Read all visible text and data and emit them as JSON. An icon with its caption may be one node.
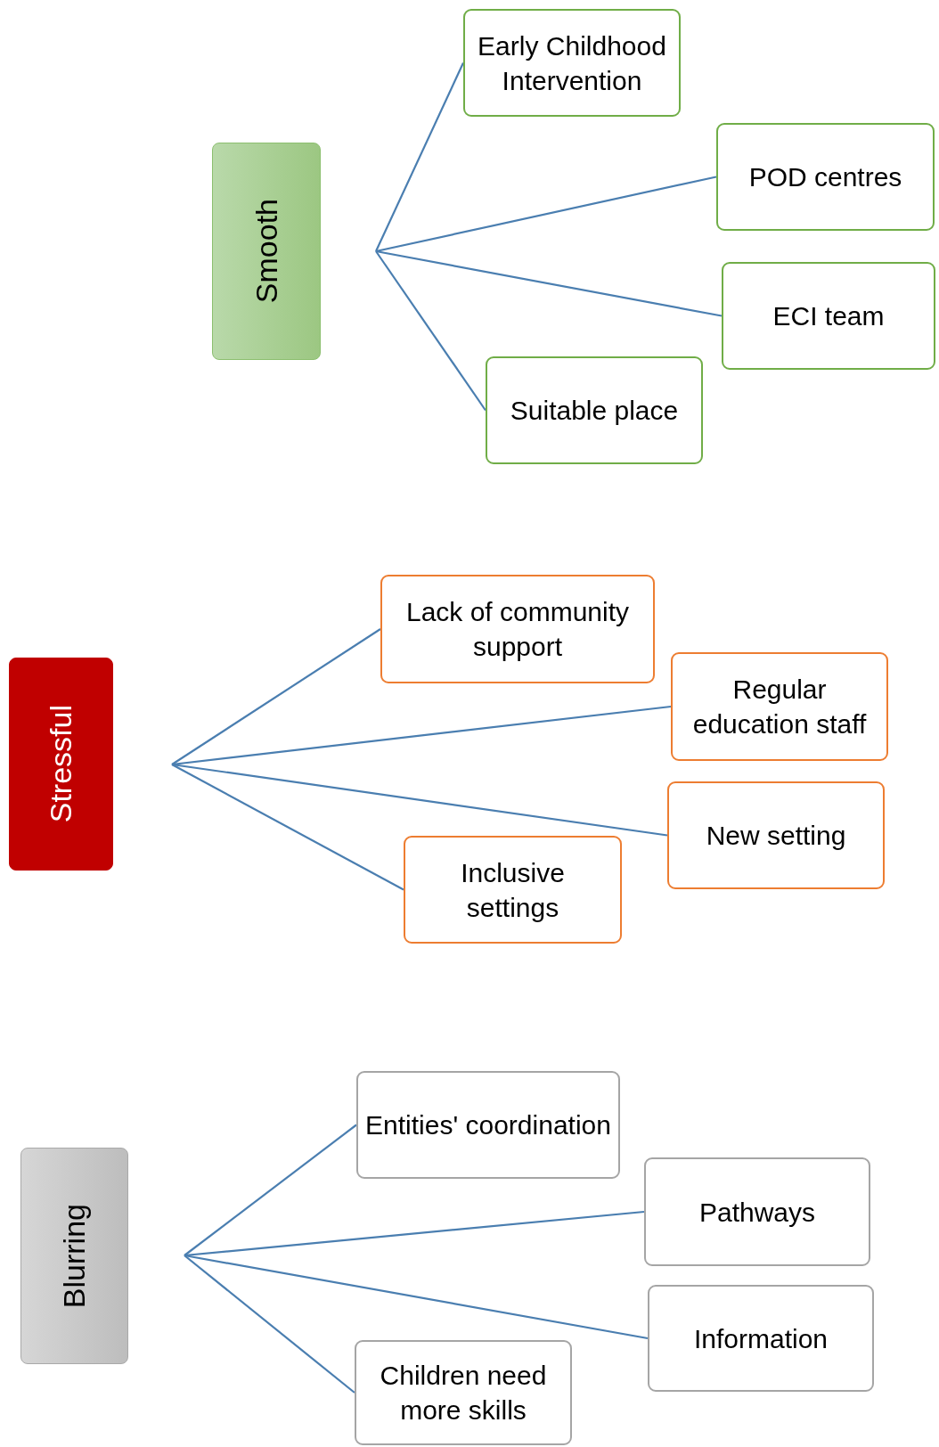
{
  "diagram": {
    "nodes": [
      {
        "text": [
          "Smooth"
        ]
      },
      {
        "text": [
          "Early Childhood Intervention"
        ]
      },
      {
        "text": [
          "POD centres"
        ]
      },
      {
        "text": [
          "ECI team"
        ]
      },
      {
        "text": [
          "Suitable place"
        ]
      },
      {
        "text": [
          "Stressful"
        ]
      },
      {
        "text": [
          "Lack of community support"
        ]
      },
      {
        "text": [
          "Regular education staff"
        ]
      },
      {
        "text": [
          "New setting"
        ]
      },
      {
        "text": [
          "Inclusive settings"
        ]
      },
      {
        "text": [
          "Blurring"
        ]
      },
      {
        "text": [
          "Entities' coordination"
        ]
      },
      {
        "text": [
          "Pathways"
        ]
      },
      {
        "text": [
          "Information"
        ]
      },
      {
        "text": [
          "Children need more skills"
        ]
      }
    ],
    "edges": [
      {
        "from": null,
        "to": 1,
        "arrow": "none"
      },
      {
        "from": null,
        "to": 2,
        "arrow": "none"
      },
      {
        "from": null,
        "to": 3,
        "arrow": "none"
      },
      {
        "from": null,
        "to": 4,
        "arrow": "none"
      },
      {
        "from": null,
        "to": 6,
        "arrow": "none"
      },
      {
        "from": null,
        "to": 7,
        "arrow": "none"
      },
      {
        "from": null,
        "to": 8,
        "arrow": "none"
      },
      {
        "from": null,
        "to": 9,
        "arrow": "none"
      },
      {
        "from": null,
        "to": 11,
        "arrow": "none"
      },
      {
        "from": null,
        "to": 12,
        "arrow": "none"
      },
      {
        "from": null,
        "to": 13,
        "arrow": "none"
      },
      {
        "from": null,
        "to": 14,
        "arrow": "none"
      }
    ]
  }
}
